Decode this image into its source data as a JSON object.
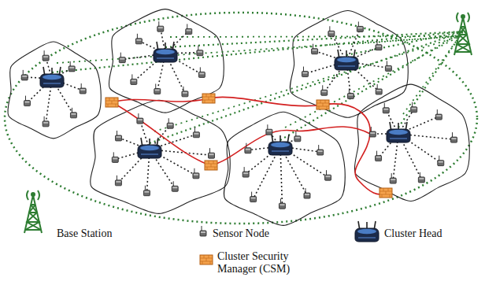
{
  "diagram": {
    "legend": [
      {
        "text": "Base Station"
      },
      {
        "text": "Sensor Node"
      },
      {
        "text": "Cluster Head"
      },
      {
        "text": "Cluster Security Manager (CSM)"
      }
    ]
  }
}
